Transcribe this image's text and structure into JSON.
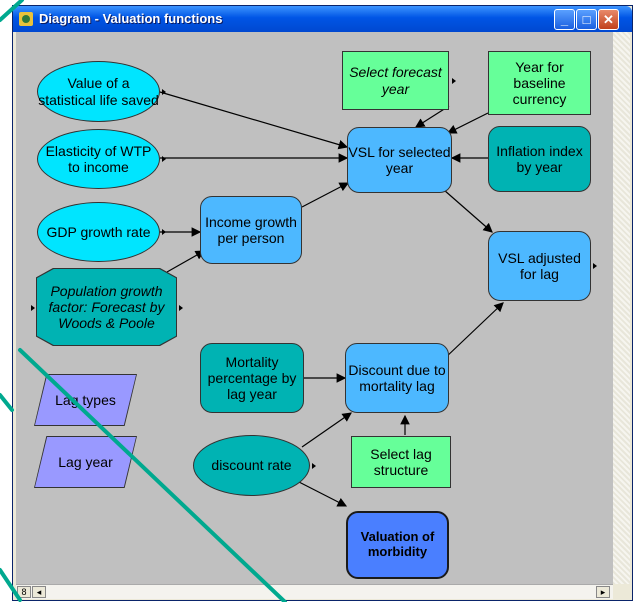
{
  "window": {
    "title": "Diagram - Valuation functions",
    "minimize": "_",
    "maximize": "□",
    "close": "✕"
  },
  "nodes": {
    "vsl_value": "Value of a statistical life saved",
    "elasticity": "Elasticity of WTP to income",
    "gdp": "GDP growth rate",
    "population": "Population growth factor: Forecast by Woods & Poole",
    "select_year": "Select forecast year",
    "year_baseline": "Year for baseline currency",
    "vsl_selected": "VSL for selected year",
    "inflation": "Inflation index by year",
    "income_growth": "Income growth per person",
    "vsl_adjusted": "VSL adjusted for lag",
    "mortality_pct": "Mortality percentage by lag year",
    "discount_lag": "Discount due to mortality lag",
    "lag_types": "Lag types",
    "lag_year": "Lag year",
    "discount_rate": "discount rate",
    "select_lag": "Select lag structure",
    "valuation_morbidity": "Valuation of morbidity"
  },
  "scrollbar": {
    "left_arrow": "◂",
    "right_arrow": "▸",
    "corner_icon": "8"
  },
  "colors": {
    "chance": "#00e5ff",
    "variable": "#4db8ff",
    "index": "#00b3b3",
    "decision": "#66ff99",
    "module": "#4a7fff",
    "lag": "#9999ff",
    "overlay": "#00a98f"
  }
}
